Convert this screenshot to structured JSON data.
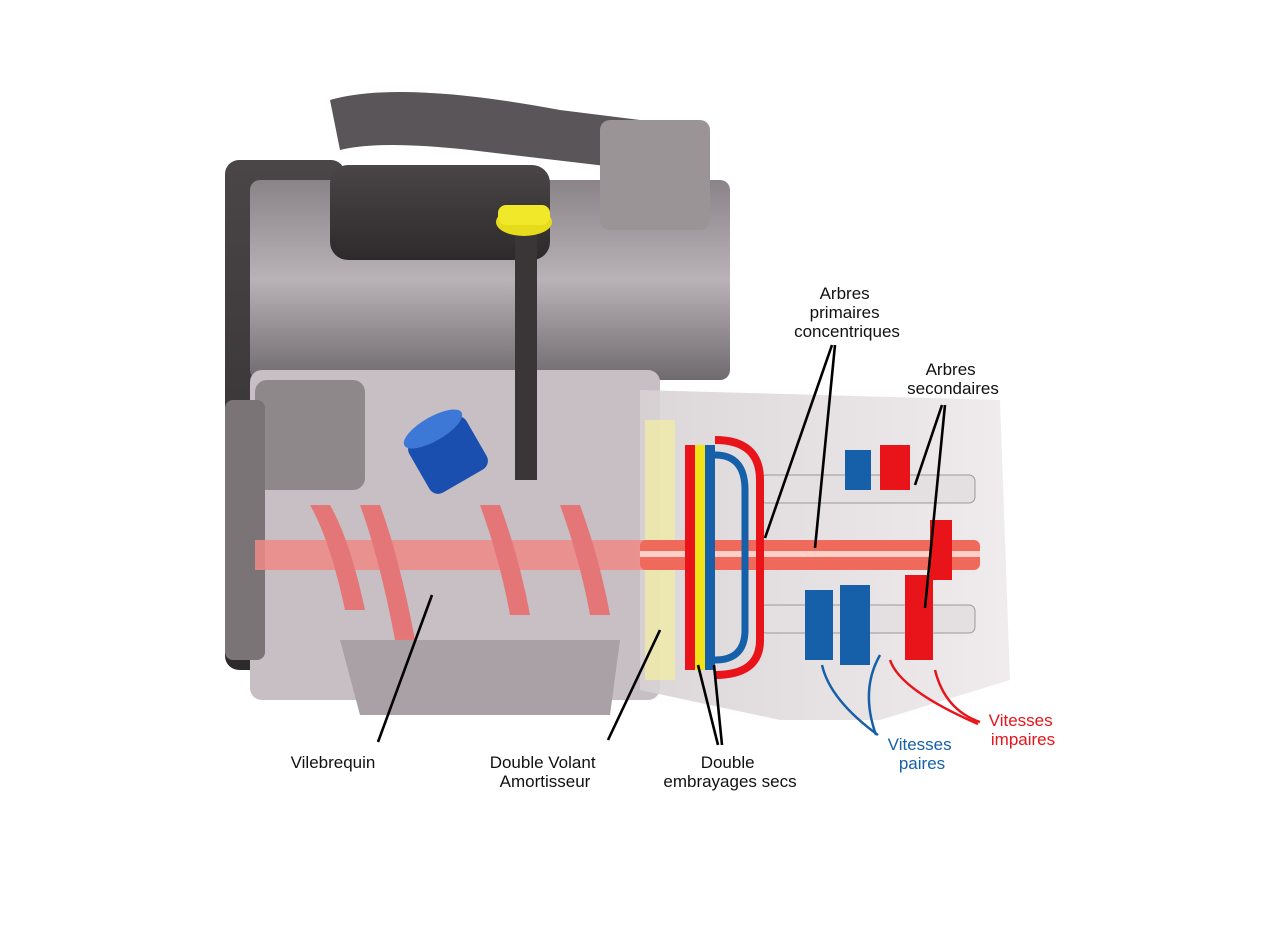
{
  "labels": {
    "primary_shafts": [
      "Arbres",
      "primaires",
      "concentriques"
    ],
    "secondary_shafts": [
      "Arbres",
      "secondaires"
    ],
    "crankshaft": [
      "Vilebrequin"
    ],
    "dual_mass_flywheel": [
      "Double Volant",
      "Amortisseur"
    ],
    "dual_dry_clutch": [
      "Double",
      "embrayages secs"
    ],
    "even_gears": [
      "Vitesses",
      "paires"
    ],
    "odd_gears": [
      "Vitesses",
      "impaires"
    ]
  },
  "colors": {
    "even": "#1560a8",
    "odd": "#e8141a",
    "clutch_yellow": "#f2e21a",
    "oil_cap": "#e6dc1c",
    "oil_filter": "#1a4fb0"
  }
}
